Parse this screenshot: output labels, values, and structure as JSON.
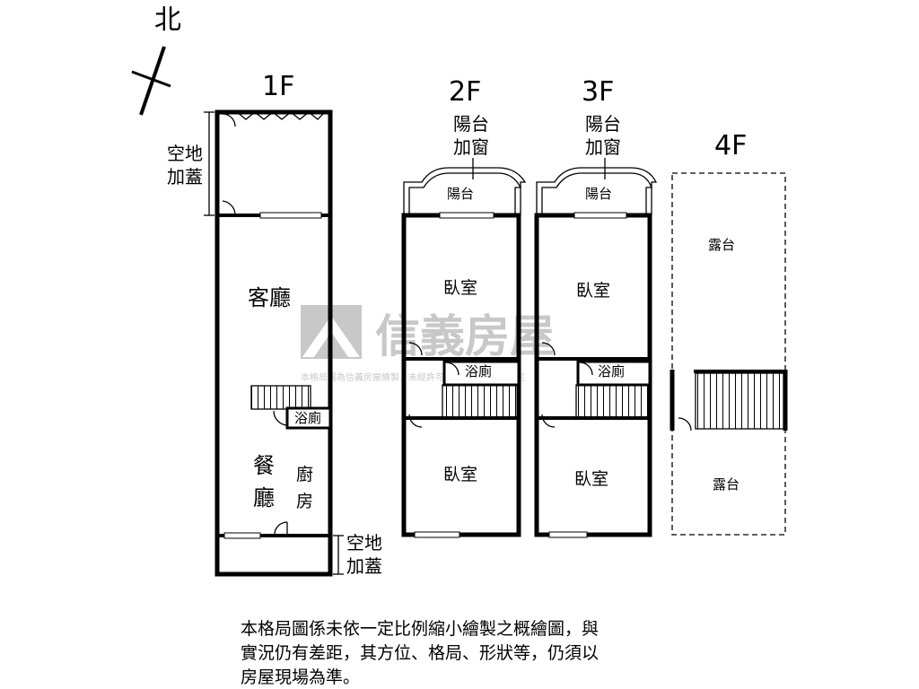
{
  "compass": {
    "label": "北"
  },
  "floors": {
    "f1": {
      "title": "1F",
      "front_space": [
        "空地",
        "加蓋"
      ],
      "living": "客廳",
      "bath": "浴廁",
      "dining": [
        "餐",
        "廳"
      ],
      "kitchen": [
        "廚",
        "房"
      ],
      "back_space": [
        "空地",
        "加蓋"
      ]
    },
    "f2": {
      "title": "2F",
      "balcony_callout": [
        "陽台",
        "加窗"
      ],
      "balcony": "陽台",
      "bedroom_front": "臥室",
      "bath": "浴廁",
      "bedroom_back": "臥室"
    },
    "f3": {
      "title": "3F",
      "balcony_callout": [
        "陽台",
        "加窗"
      ],
      "balcony": "陽台",
      "bedroom_front": "臥室",
      "bath": "浴廁",
      "bedroom_back": "臥室"
    },
    "f4": {
      "title": "4F",
      "terrace_front": "露台",
      "terrace_back": "露台"
    }
  },
  "watermark": {
    "brand": "信義房屋",
    "notice": "本格局圖為信義房屋繪製，未經許可請勿盜用，違者必究"
  },
  "disclaimer": [
    "本格局圖係未依一定比例縮小繪製之概繪圖，與",
    "實況仍有差距，其方位、格局、形狀等，仍須以",
    "房屋現場為準。"
  ]
}
